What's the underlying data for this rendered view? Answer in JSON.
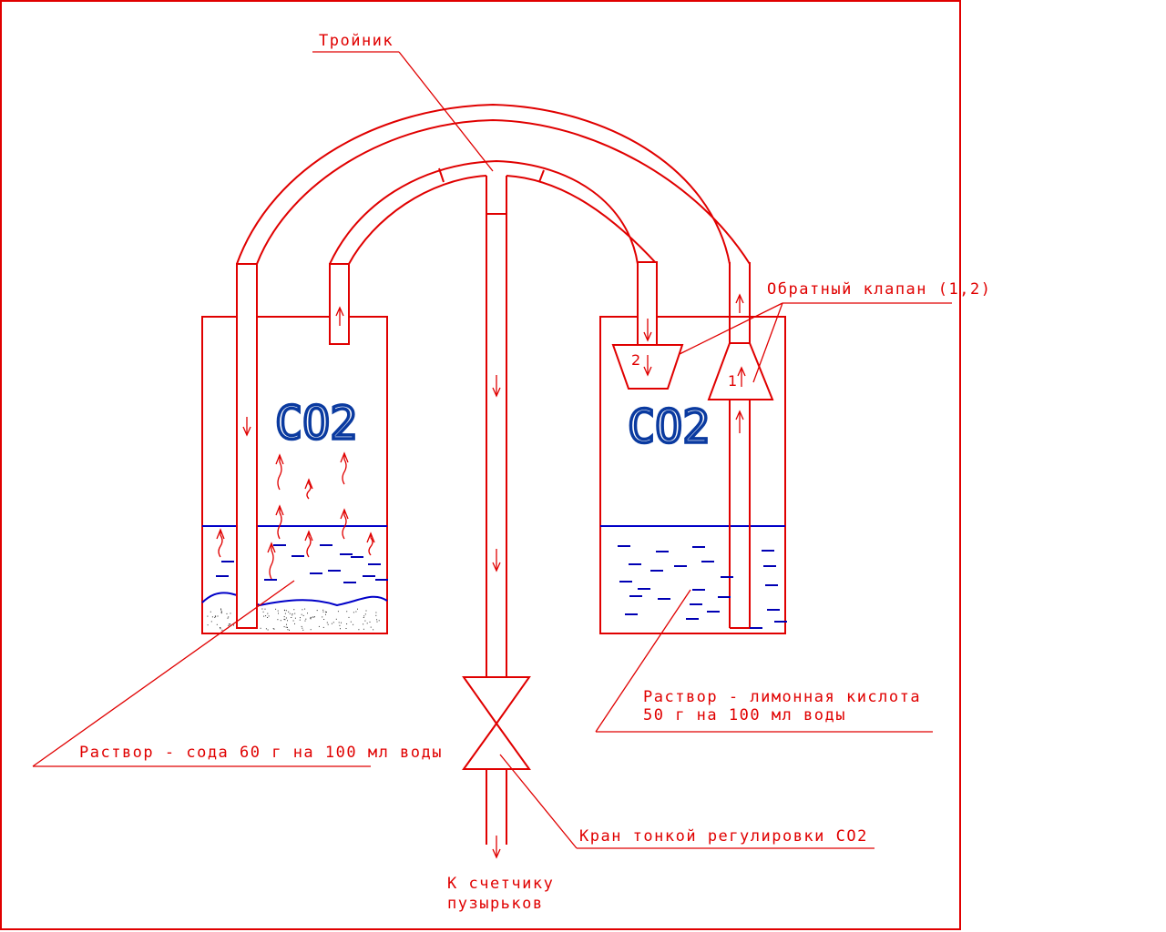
{
  "diagram": {
    "title": "CO2 generator scheme",
    "colors": {
      "line": "#e00000",
      "water": "#0000c8",
      "co2_text": "#0a3aa0",
      "background": "#ffffff"
    },
    "labels": {
      "tee": "Тройник",
      "check_valve": "Обратный клапан (1,2)",
      "left_solution": "Раствор - сода 60 г на 100 мл воды",
      "right_solution_line1": "Раствор - лимонная кислота",
      "right_solution_line2": "50 г на 100 мл воды",
      "needle_valve": "Кран тонкой регулировки CO2",
      "outlet_line1": "К счетчику",
      "outlet_line2": "пузырьков"
    },
    "tanks": {
      "left": {
        "gas_label": "CO2",
        "solution": "soda"
      },
      "right": {
        "gas_label": "CO2",
        "solution": "citric acid"
      }
    },
    "check_valves": [
      {
        "number": "1",
        "flow": "up"
      },
      {
        "number": "2",
        "flow": "down"
      }
    ],
    "flow_arrows": "↓↑"
  }
}
